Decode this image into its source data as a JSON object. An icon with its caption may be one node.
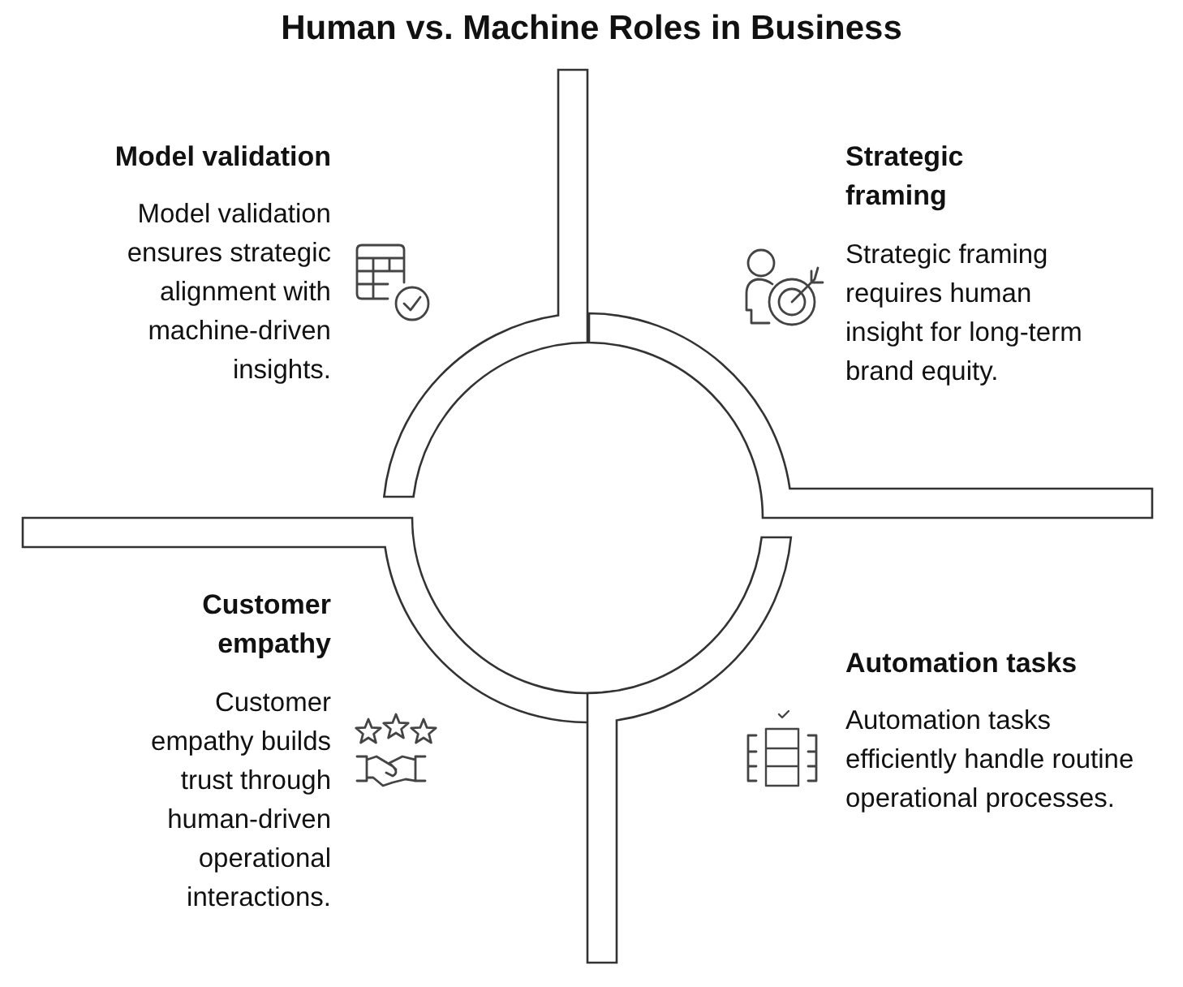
{
  "diagram": {
    "title": "Human vs. Machine Roles in Business",
    "labels": [
      "Model validation",
      "Model validation ensures strategic alignment with machine-driven insights.",
      "Strategic framing",
      "Strategic framing requires human insight for long-term brand equity.",
      "Customer empathy",
      "Customer empathy builds trust through human-driven operational interactions.",
      "Automation tasks",
      "Automation tasks efficiently handle routine operational processes."
    ]
  }
}
